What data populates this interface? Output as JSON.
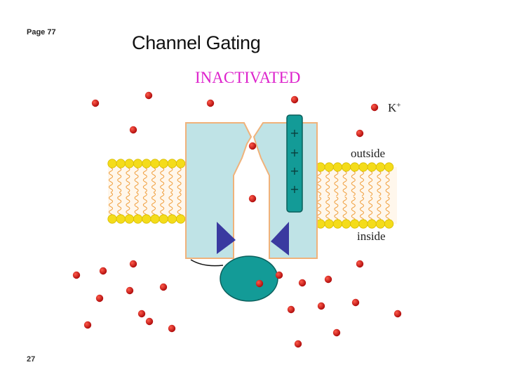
{
  "header": {
    "page_label": "Page 77",
    "title": "Channel Gating"
  },
  "diagram": {
    "state_label": "INACTIVATED",
    "ion_label": "K",
    "ion_charge": "+",
    "outside_label": "outside",
    "inside_label": "inside",
    "voltage_sensor_charges": [
      "+",
      "+",
      "+",
      "+"
    ],
    "colors": {
      "state_label": "#dd22cc",
      "ion": "#cc1111",
      "channel_fill": "#bfe3e6",
      "channel_stroke": "#f0b27a",
      "voltage_sensor": "#139b97",
      "inactivation_ball": "#139b97",
      "selectivity_filter": "#3a3aa0",
      "lipid_head": "#f4dc1a",
      "lipid_tail": "#f0a040"
    }
  },
  "footer": {
    "page_number": "27"
  }
}
